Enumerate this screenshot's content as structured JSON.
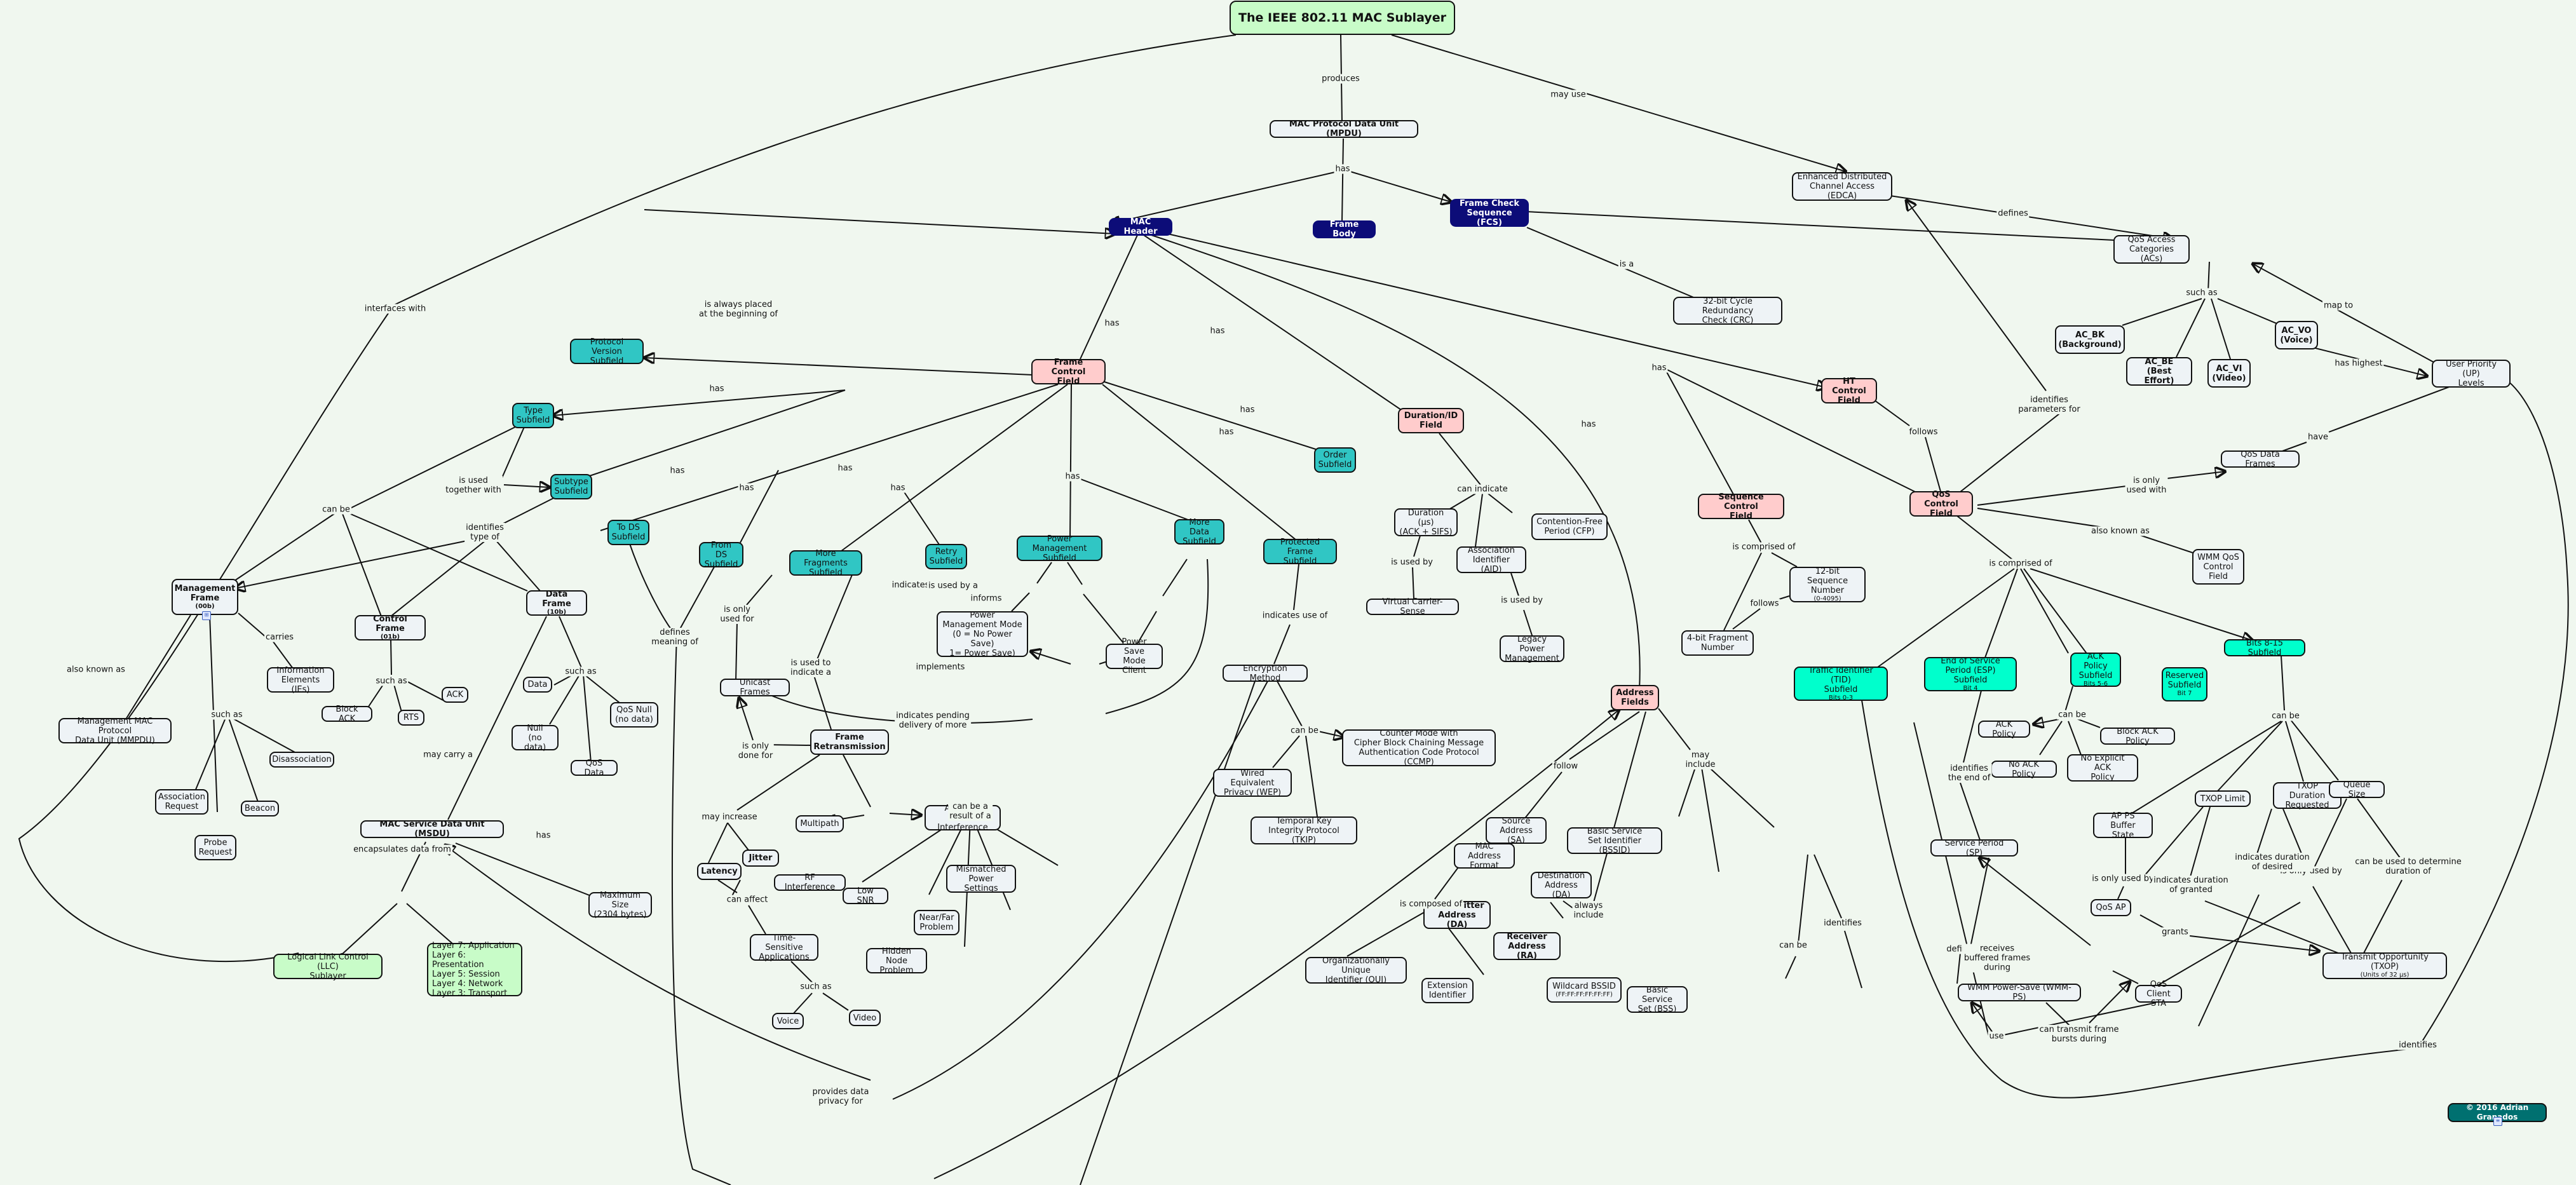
{
  "map": {
    "title": "The IEEE 802.11 MAC Sublayer",
    "copyright": "© 2016 Adrian Granados"
  },
  "nodes": {
    "mpdu": "MAC Protocol Data Unit (MPDU)",
    "mac_header": "MAC Header",
    "frame_body": "Frame Body",
    "fcs": "Frame Check\nSequence (FCS)",
    "crc": "32-bit Cycle Redundancy\nCheck (CRC)",
    "edca": "Enhanced Distributed\nChannel Access (EDCA)",
    "qos_ac": "QoS Access\nCategories (ACs)",
    "ac_bk": "AC_BK\n(Background)",
    "ac_be": "AC_BE\n(Best Effort)",
    "ac_vi": "AC_VI\n(Video)",
    "ac_vo": "AC_VO\n(Voice)",
    "up_levels": "User Priority (UP)\nLevels",
    "protocol_version": "Protocol Version\nSubfield",
    "frame_control": "Frame Control\nField",
    "type_subfield": "Type\nSubfield",
    "subtype_subfield": "Subtype\nSubfield",
    "to_ds": "To DS\nSubfield",
    "from_ds": "From DS\nSubfield",
    "more_fragments": "More Fragments\nSubfield",
    "retry": "Retry\nSubfield",
    "power_mgmt": "Power Management\nSubfield",
    "more_data": "More Data\nSubfield",
    "protected_frame": "Protected Frame\nSubfield",
    "order": "Order\nSubfield",
    "duration_id": "Duration/ID\nField",
    "ht_control": "HT Control\nField",
    "qos_control": "QoS Control\nField",
    "sequence_control": "Sequence Control\nField",
    "address_fields": "Address\nFields",
    "management_frame": "Management\nFrame",
    "management_frame_code": "(00b)",
    "control_frame": "Control Frame",
    "control_frame_code": "(01b)",
    "data_frame": "Data Frame",
    "data_frame_code": "(10b)",
    "mmpdu": "Management MAC Protocol\nData Unit (MMPDU)",
    "info_elements": "Information\nElements (IEs)",
    "assoc_request": "Association\nRequest",
    "beacon": "Beacon",
    "probe_request": "Probe\nRequest",
    "disassociation": "Disassociation",
    "block_ack": "Block ACK",
    "rts": "RTS",
    "ack": "ACK",
    "data": "Data",
    "null_data": "Null\n(no data)",
    "qos_null": "QoS Null\n(no data)",
    "qos_data": "QoS Data",
    "msdu": "MAC Service Data Unit (MSDU)",
    "llc": "Logical Link Control (LLC)\nSublayer",
    "osi_layers": "Layer 7: Application\nLayer 6: Presentation\nLayer 5: Session\nLayer 4: Network\nLayer 3: Transport",
    "max_size": "Maximum Size\n(2304 bytes)",
    "unicast_frames": "Unicast Frames",
    "frame_retransmission": "Frame\nRetransmission",
    "pm_mode": "Power\nManagement Mode\n(0 = No Power Save)\n1= Power Save)",
    "ps_client": "Power Save\nMode Client",
    "latency": "Latency",
    "jitter": "Jitter",
    "time_sensitive": "Time-Sensitive\nApplications",
    "voice": "Voice",
    "video": "Video",
    "multipath": "Multipath",
    "adjacent_cell": "Adjacent\nCell Interference",
    "rf_interference": "RF Interference",
    "low_snr": "Low SNR",
    "hidden_node": "Hidden Node\nProblem",
    "near_far": "Near/Far\nProblem",
    "mismatched_power": "Mismatched\nPower Settings",
    "encryption_method": "Encryption Method",
    "ccmp": "Counter Mode with\nCipher Block Chaining Message\nAuthentication Code Protocol (CCMP)",
    "wep": "Wired Equivalent\nPrivacy (WEP)",
    "tkip": "Temporal Key\nIntegrity Protocol (TKIP)",
    "duration_us": "Duration (µs)\n(ACK + SIFS)",
    "cfp": "Contention-Free\nPeriod (CFP)",
    "aid": "Association\nIdentifier (AID)",
    "virtual_cs": "Virtual Carrier-Sense",
    "legacy_pm": "Legacy Power\nManagement",
    "mac_addr_format": "MAC Address\nFormat",
    "oui": "Organizationally Unique\nIdentifier (OUI)",
    "extension_id": "Extension\nIdentifier",
    "transmitter_addr": "Transmitter\nAddress (DA)",
    "receiver_addr": "Receiver\nAddress (RA)",
    "source_addr": "Source\nAddress (SA)",
    "dest_addr": "Destination\nAddress (DA)",
    "bssid": "Basic Service\nSet Identifier (BSSID)",
    "wildcard_bssid": "Wildcard BSSID",
    "wildcard_bssid_value": "(FF:FF:FF:FF:FF:FF)",
    "bss": "Basic Service\nSet (BSS)",
    "frag_number": "4-bit Fragment\nNumber",
    "seq_number": "12-bit Sequence\nNumber",
    "seq_number_range": "(0-4095)",
    "qos_data_frames": "QoS Data Frames",
    "wmm_qos": "WMM QoS\nControl\nField",
    "tid": "Traffic Identifier (TID)\nSubfield",
    "tid_bits": "Bits 0-3",
    "esp": "End of Service\nPeriod (ESP) Subfield",
    "esp_bits": "Bit 4",
    "ack_policy_sub": "ACK Policy\nSubfield",
    "ack_policy_bits": "Bits 5-6",
    "reserved": "Reserved\nSubfield",
    "reserved_bits": "Bit 7",
    "bits_8_15": "Bits 8-15 Subfield",
    "ack_policy": "ACK Policy",
    "no_ack_policy": "No ACK Policy",
    "no_explicit_ack": "No Explicit ACK\nPolicy",
    "block_ack_policy": "Block ACK Policy",
    "service_period": "Service Period (SP)",
    "ap_ps_buffer": "AP PS Buffer\nState",
    "txop_limit": "TXOP Limit",
    "txop_duration": "TXOP Duration\nRequested",
    "queue_size": "Queue Size",
    "qos_ap": "QoS AP",
    "qos_client": "QoS Client STA",
    "wmm_ps": "WMM Power-Save (WMM-PS)",
    "txop": "Transmit Opportunity (TXOP)",
    "txop_units": "(Units of 32 µs)"
  },
  "links": {
    "produces": "produces",
    "may_use": "may use",
    "mpdu_has": "has",
    "is_a": "is a",
    "defines_ac": "defines",
    "such_as_ac": "such as",
    "map_to": "map to",
    "has_highest": "has highest",
    "identifies_params": "identifies\nparameters for",
    "is_always_placed": "is always placed\nat the beginning of",
    "header_has_fc": "has",
    "header_has_dur": "has",
    "header_has_addr": "has",
    "header_has_ht": "has",
    "fc_has_1": "has",
    "fc_has_2": "has",
    "fc_has_3": "has",
    "fc_has_4": "has",
    "fc_has_5": "has",
    "fc_has_6": "has",
    "fc_has_7": "has",
    "is_used_together": "is used\ntogether with",
    "can_be_type": "can be",
    "identifies_type": "identifies\ntype of",
    "carries": "carries",
    "also_known_as_mgmt": "also known as",
    "such_as_mgmt": "such as",
    "such_as_ctrl": "such as",
    "such_as_data": "such as",
    "may_carry": "may carry a",
    "encapsulates": "encapsulates data from",
    "msdu_has": "has",
    "interfaces_with": "interfaces with",
    "defines_meaning": "defines\nmeaning of",
    "only_used_for": "is only\nused for",
    "used_to_indicate": "is used to\nindicate a",
    "only_done_for": "is only\ndone for",
    "indicates_pm": "indicates",
    "used_by_a": "is used by a",
    "informs": "informs",
    "implements": "implements",
    "indicates_pending": "indicates pending\ndelivery of more",
    "may_increase": "may increase",
    "can_affect": "can affect",
    "such_as_apps": "such as",
    "can_be_result": "can be a\nresult of a",
    "indicates_use_of": "indicates use of",
    "can_be_enc": "can be",
    "provides_privacy": "provides data\nprivacy for",
    "can_indicate": "can indicate",
    "is_used_by_vcs": "is used by",
    "is_used_by_legacy": "is used by",
    "follow": "follow",
    "may_include": "may\ninclude",
    "always_include": "always\ninclude",
    "is_composed_of": "is composed of",
    "can_be_bssid": "can be",
    "identifies_bss": "identifies",
    "seq_comprised": "is comprised of",
    "follows": "follows",
    "ht_follows": "follows",
    "is_only_used_with": "is only\nused with",
    "have": "have",
    "also_known_as_qos": "also known as",
    "qos_comprised": "is comprised of",
    "can_be_ack": "can be",
    "identifies_end": "identifies\nthe end of",
    "can_be_bits": "can be",
    "is_only_used_by_1": "is only used by",
    "is_only_used_by_2": "is only used by",
    "indicates_granted": "indicates duration\nof granted",
    "indicates_desired": "indicates duration\nof desired",
    "can_be_used_determine": "can be used to determine\nduration of",
    "grants": "grants",
    "defines_sp": "defines",
    "receives_buffered": "receives\nbuffered frames\nduring",
    "use": "use",
    "can_transmit": "can transmit frame\nbursts during",
    "identifies_up": "identifies"
  },
  "colors": {
    "background": "#f0f7ef",
    "title_fill": "#c8fcc8",
    "header_fill": "#0c0c78",
    "subfield_fill": "#30c6c4",
    "qos_subfield_fill": "#00ffcc",
    "field_fill": "#ffcccc",
    "concept_fill": "#eef3f6",
    "copyright_fill": "#007070"
  }
}
